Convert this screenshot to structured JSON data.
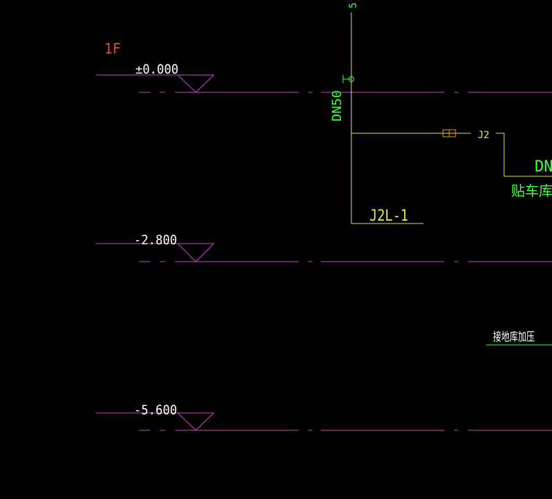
{
  "floor_label": "1F",
  "levels": [
    {
      "label": "±0.000"
    },
    {
      "label": "-2.800"
    },
    {
      "label": "-5.600"
    }
  ],
  "pipe": {
    "diameter_label": "DN50",
    "riser_label": "J2L-1",
    "branch_tag": "J2",
    "right_diameter_label": "DN",
    "right_note": "贴车库梁",
    "top_fragment": "5"
  },
  "connection_note": "接地库加压",
  "colors": {
    "background": "#000000",
    "level_line": "#d040d0",
    "level_text": "#ffffff",
    "floor_text": "#e04848",
    "pipe": "#e8e840",
    "pipe_text": "#40ff40",
    "note_text": "#ffffff",
    "note_line": "#40ff40"
  }
}
